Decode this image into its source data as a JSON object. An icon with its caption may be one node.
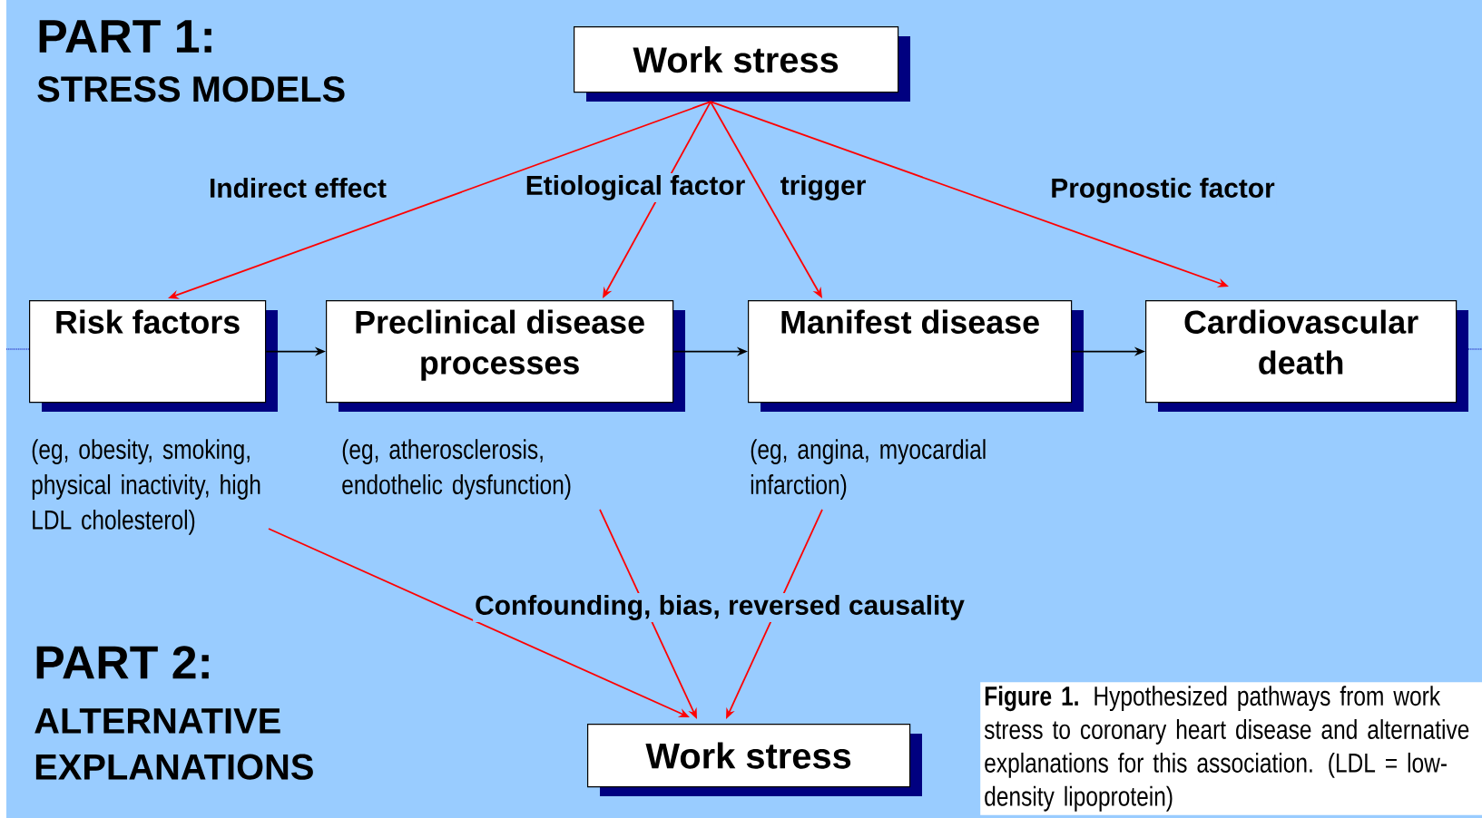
{
  "diagram": {
    "caption": "**Figure 1.** Hypothesized pathways from work stress to coronary heart disease and alternative explanations for this association. (LDL = low-density  lipoprotein)",
    "nodes": [
      {
        "text": [
          "Work stress"
        ]
      },
      {
        "text": [
          "Risk factors"
        ],
        "beside": [
          "(eg, obesity, smoking, physical inactivity, high LDL cholesterol)"
        ]
      },
      {
        "text": [
          "Preclinical disease processes"
        ],
        "beside": [
          "(eg, atherosclerosis, endothelic dysfunction)"
        ]
      },
      {
        "text": [
          "Manifest disease"
        ],
        "beside": [
          "(eg, angina, myocardial infarction)"
        ]
      },
      {
        "text": [
          "Cardiovascular death"
        ]
      },
      {
        "text": [
          "Work stress"
        ]
      }
    ],
    "edges": [
      {
        "from": 0,
        "to": 1,
        "arrow": "to",
        "label": "Indirect effect"
      },
      {
        "from": 0,
        "to": 2,
        "arrow": "to",
        "label": "Etiological factor"
      },
      {
        "from": 0,
        "to": 3,
        "arrow": "to",
        "label": "trigger"
      },
      {
        "from": 0,
        "to": 4,
        "arrow": "to",
        "label": "Prognostic factor"
      },
      {
        "from": 1,
        "to": 2,
        "arrow": "to",
        "color": "#000000"
      },
      {
        "from": 2,
        "to": 3,
        "arrow": "to",
        "color": "#000000"
      },
      {
        "from": 3,
        "to": 4,
        "arrow": "to",
        "color": "#000000"
      },
      {
        "from": 1,
        "to": 5,
        "arrow": "to"
      },
      {
        "from": 2,
        "to": 5,
        "arrow": "to"
      },
      {
        "from": 3,
        "to": 5,
        "arrow": "to"
      }
    ],
    "labels": [
      "PART 1:",
      "STRESS MODELS",
      "Confounding, bias, reversed causality",
      "PART 2:",
      "ALTERNATIVE EXPLANATIONS"
    ]
  }
}
